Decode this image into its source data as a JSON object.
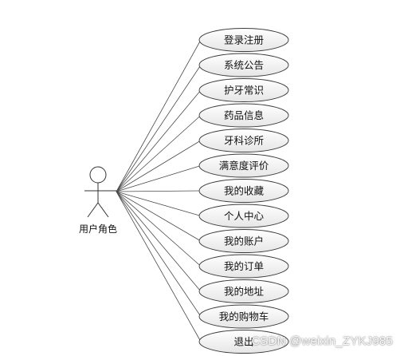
{
  "actor": {
    "label": "用户角色"
  },
  "use_cases": [
    {
      "label": "登录注册"
    },
    {
      "label": "系统公告"
    },
    {
      "label": "护牙常识"
    },
    {
      "label": "药品信息"
    },
    {
      "label": "牙科诊所"
    },
    {
      "label": "满意度评价"
    },
    {
      "label": "我的收藏"
    },
    {
      "label": "个人中心"
    },
    {
      "label": "我的账户"
    },
    {
      "label": "我的订单"
    },
    {
      "label": "我的地址"
    },
    {
      "label": "我的购物车"
    },
    {
      "label": "退出"
    }
  ],
  "watermark": "CSDN @weixin_ZYKJ985"
}
